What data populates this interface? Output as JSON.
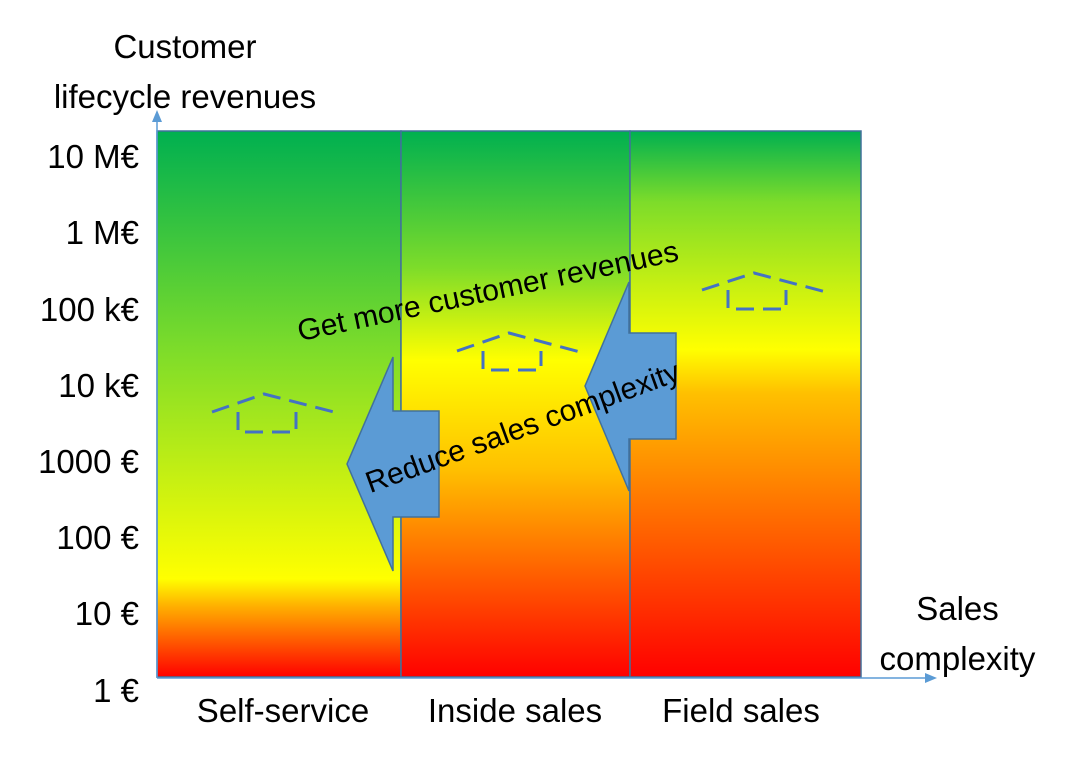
{
  "y_axis": {
    "title_line1": "Customer",
    "title_line2": "lifecycle revenues",
    "ticks": [
      "10 M€",
      "1 M€",
      "100 k€",
      "10 k€",
      "1000 €",
      "100 €",
      "10 €",
      "1 €"
    ]
  },
  "x_axis": {
    "title_line1": "Sales",
    "title_line2": "complexity",
    "categories": [
      "Self-service",
      "Inside sales",
      "Field sales"
    ]
  },
  "annotations": {
    "upper": "Get more customer revenues",
    "lower": "Reduce sales complexity"
  },
  "colors": {
    "top": "#00b050",
    "middle": "#ffff00",
    "bottom": "#ff0000",
    "arrow_fill": "#5b9bd5",
    "arrow_stroke": "#41719c",
    "axis": "#5b9bd5",
    "column_border": "#41719c"
  }
}
